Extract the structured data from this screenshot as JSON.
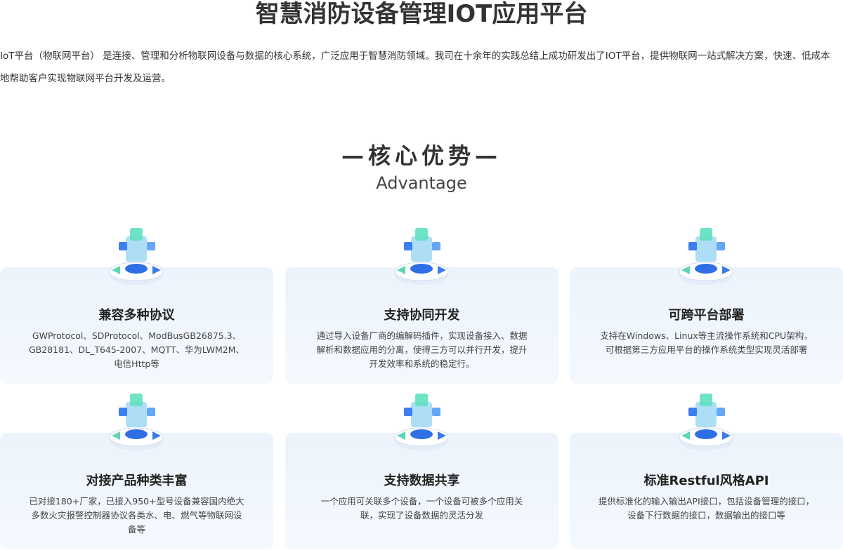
{
  "title": "智慧消防设备管理IOT应用平台",
  "intro": "IoT平台（物联网平台） 是连接、管理和分析物联网设备与数据的核心系统，广泛应用于智慧消防领域。我司在十余年的实践总结上成功研发出了IOT平台，提供物联网一站式解决方案，快速、低成本地帮助客户实现物联网平台开发及运营。",
  "section": {
    "title": "—核心优势—",
    "subtitle": "Advantage"
  },
  "cards": [
    {
      "title": "兼容多种协议",
      "desc": "GWProtocol、SDProtocol、ModBusGB26875.3、GB28181、DL_T645-2007、MQTT、华为LWM2M、电信Http等",
      "icon": "protocol-cubes-icon"
    },
    {
      "title": "支持协同开发",
      "desc": "通过导入设备厂商的编解码插件，实现设备接入、数据解析和数据应用的分离，使得三方可以并行开发，提升开发效率和系统的稳定行。",
      "icon": "book-pencil-icon"
    },
    {
      "title": "可跨平台部署",
      "desc": "支持在Windows、Linux等主流操作系统和CPU架构，可根据第三方应用平台的操作系统类型实现灵活部署",
      "icon": "platform-cube-icon"
    },
    {
      "title": "对接产品种类丰富",
      "desc": "已对接180+厂家，已接入950+型号设备兼容国内绝大多数火灾报警控制器协议各类水、电、燃气等物联网设备等",
      "icon": "stacked-cubes-icon"
    },
    {
      "title": "支持数据共享",
      "desc": "一个应用可关联多个设备，一个设备可被多个应用关联，实现了设备数据的灵活分发",
      "icon": "cloud-icon"
    },
    {
      "title": "标准Restful风格API",
      "desc": "提供标准化的输入输出API接口，包括设备管理的接口，设备下行数据的接口，数据输出的接口等",
      "icon": "api-code-icon"
    }
  ]
}
